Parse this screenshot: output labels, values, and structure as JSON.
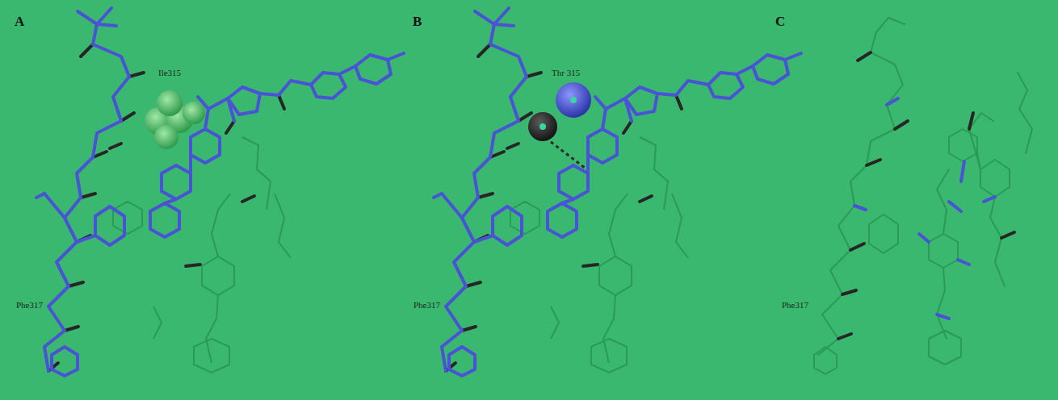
{
  "diagram": {
    "labels": [
      "A",
      "B",
      "C",
      "Ile315",
      "Thr 315",
      "Phe317",
      "Phe317",
      "Phe317"
    ]
  }
}
